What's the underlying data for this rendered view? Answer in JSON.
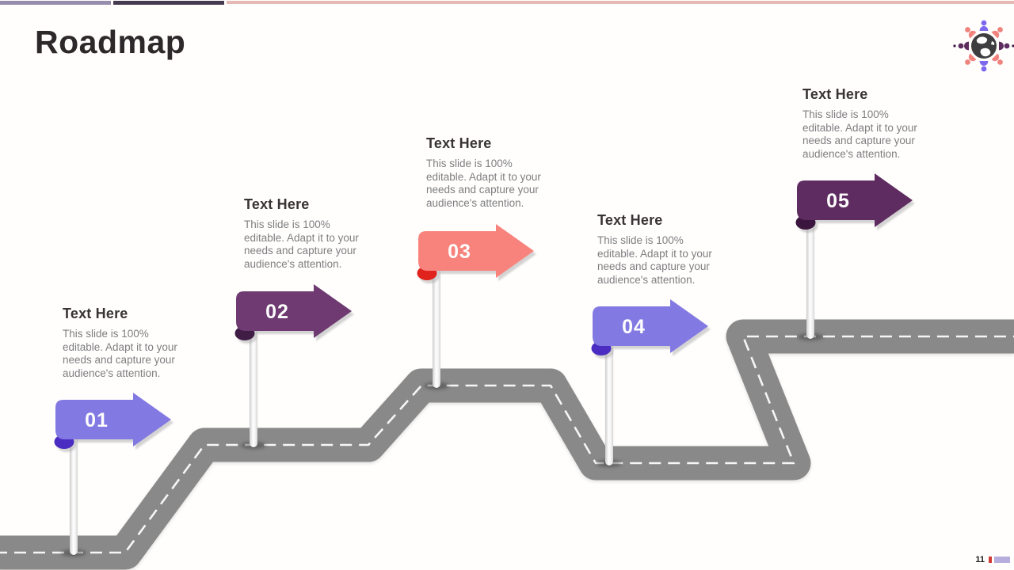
{
  "slide": {
    "title": "Roadmap"
  },
  "header": {
    "top_bar_colors": [
      "#958dab",
      "#453a50",
      "#e5bab5"
    ],
    "logo_icon": "globe-people-logo"
  },
  "road": {
    "color": "#898989",
    "centerline_color": "#ffffff"
  },
  "milestones": [
    {
      "number": "01",
      "title": "Text Here",
      "body_lines": [
        "This slide is 100%",
        "editable. Adapt it to your",
        "needs and capture your",
        "audience's attention."
      ],
      "flag_color": "#8379e2",
      "fold_color": "#4a2cc2"
    },
    {
      "number": "02",
      "title": "Text Here",
      "body_lines": [
        "This slide is 100%",
        "editable. Adapt it to your",
        "needs and capture your",
        "audience's attention."
      ],
      "flag_color": "#6e3a71",
      "fold_color": "#401d45"
    },
    {
      "number": "03",
      "title": "Text Here",
      "body_lines": [
        "This slide is 100%",
        "editable. Adapt it to your",
        "needs and capture your",
        "audience's attention."
      ],
      "flag_color": "#f8837d",
      "fold_color": "#e0231d"
    },
    {
      "number": "04",
      "title": "Text Here",
      "body_lines": [
        "This slide is 100%",
        "editable. Adapt it to your",
        "needs and capture your",
        "audience's attention."
      ],
      "flag_color": "#8379e2",
      "fold_color": "#4a2cc2"
    },
    {
      "number": "05",
      "title": "Text Here",
      "body_lines": [
        "This slide is 100%",
        "editable. Adapt it to your",
        "needs and capture your",
        "audience's attention."
      ],
      "flag_color": "#5e2c60",
      "fold_color": "#3a153d"
    }
  ],
  "footer": {
    "page_number": "11",
    "marker_colors": [
      "#cf3a33",
      "#b7aede"
    ]
  }
}
